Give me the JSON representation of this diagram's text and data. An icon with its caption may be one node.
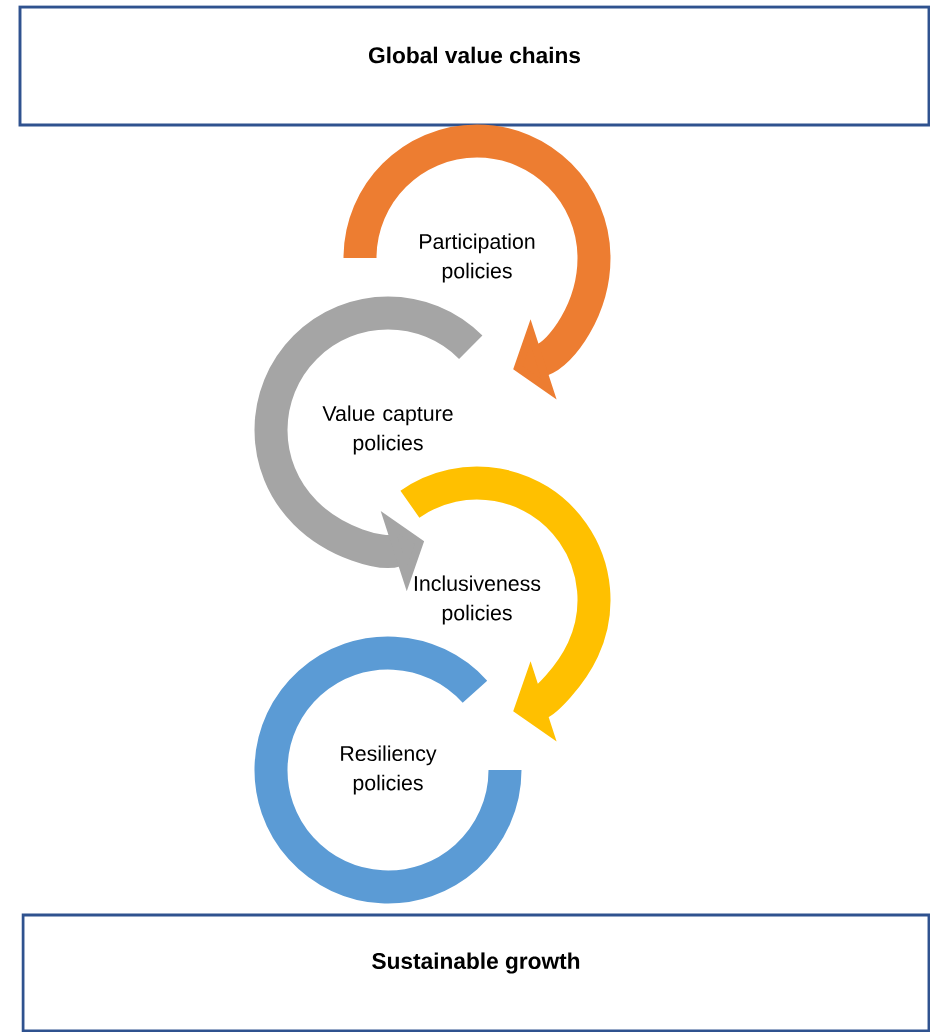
{
  "diagram": {
    "nodes": [
      {
        "text": [
          "Global value chains"
        ]
      },
      {
        "text": [
          "Participation policies"
        ]
      },
      {
        "text": [
          "Value capture policies"
        ]
      },
      {
        "text": [
          "Inclusiveness policies"
        ]
      },
      {
        "text": [
          "Resiliency policies"
        ]
      },
      {
        "text": [
          "Sustainable growth"
        ]
      }
    ]
  }
}
